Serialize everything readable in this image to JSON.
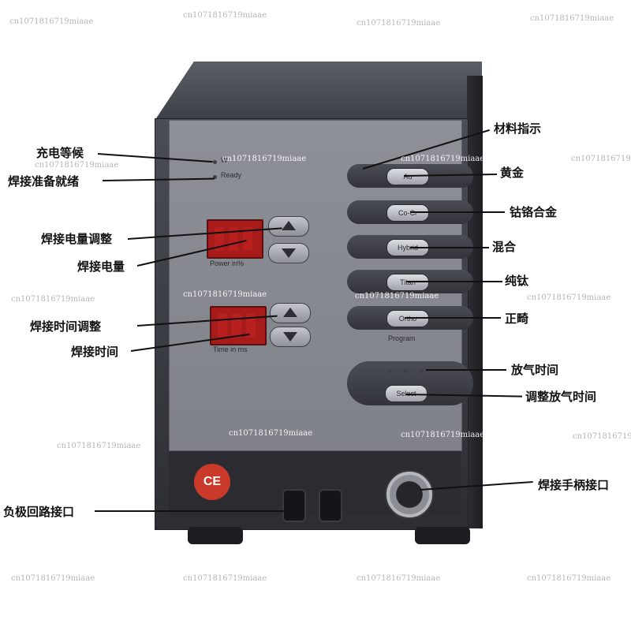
{
  "panel": {
    "charge_indicator_label": "W",
    "ready_label": "Ready",
    "power_label": "Power  in%",
    "time_label": "Time  in  ms",
    "program_label": "Program",
    "select_label": "Select"
  },
  "material_buttons": [
    {
      "label": "Au"
    },
    {
      "label": "Co-Cr"
    },
    {
      "label": "Hybrid"
    },
    {
      "label": "Titan"
    },
    {
      "label": "Ortho"
    }
  ],
  "ce_mark": "CE",
  "annotations": {
    "charge_wait": "充电等候",
    "weld_ready": "焊接准备就绪",
    "power_adjust": "焊接电量调整",
    "power": "焊接电量",
    "time_adjust": "焊接时间调整",
    "time": "焊接时间",
    "negative_port": "负极回路接口",
    "material_indicator": "材料指示",
    "gold": "黄金",
    "cocr": "钴铬合金",
    "mixed": "混合",
    "titanium": "纯钛",
    "ortho": "正畸",
    "vent_time": "放气时间",
    "adjust_vent_time": "调整放气时间",
    "handle_port": "焊接手柄接口"
  },
  "watermark": "cn1071816719miaae",
  "icons": {
    "up": "triangle-up-icon",
    "down": "triangle-down-icon",
    "ce": "ce-mark-icon"
  },
  "colors": {
    "display_red": "#a81b1b",
    "panel_gray": "#8d9097",
    "ce_red": "#c93a2a"
  }
}
